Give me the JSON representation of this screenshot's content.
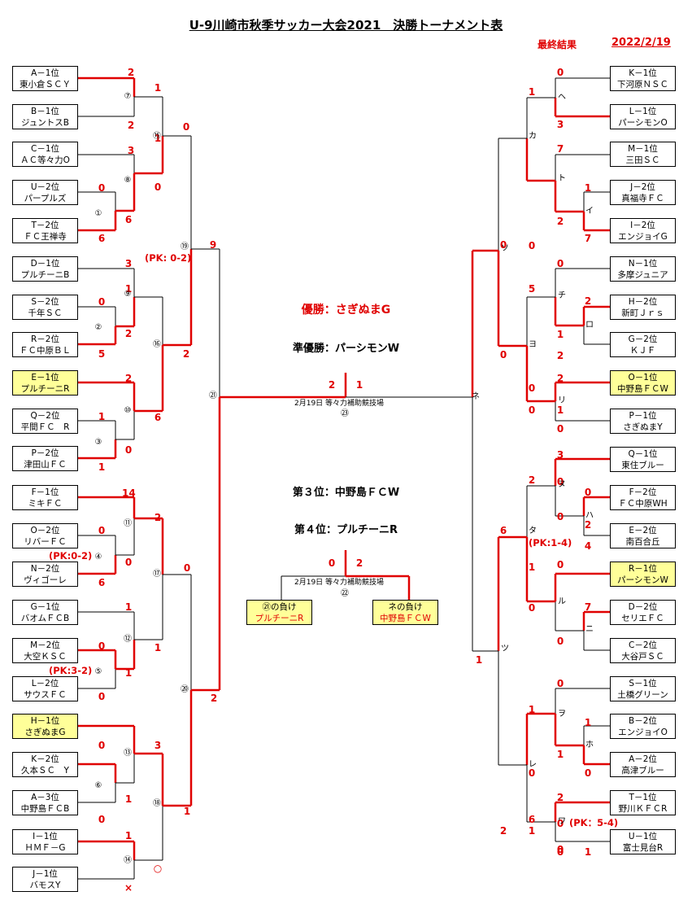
{
  "header": {
    "title": "U-9川崎市秋季サッカー大会2021　決勝トーナメント表",
    "final_label": "最終結果",
    "date": "2022/2/19"
  },
  "colors": {
    "winner_line": "#e00000",
    "loser_line": "#000000",
    "highlight": "#ffff99"
  },
  "left_teams": [
    [
      "A－1位",
      "東小倉ＳＣＹ"
    ],
    [
      "B－1位",
      "ジュントスB"
    ],
    [
      "C－1位",
      "ＡＣ等々力O"
    ],
    [
      "U－2位",
      "パープルズ"
    ],
    [
      "T－2位",
      "ＦＣ王禅寺"
    ],
    [
      "D－1位",
      "プルチーニB"
    ],
    [
      "S－2位",
      "千年ＳＣ"
    ],
    [
      "R－2位",
      "ＦＣ中原ＢＬ"
    ],
    [
      "E－1位",
      "プルチーニR"
    ],
    [
      "Q－2位",
      "平間ＦＣ　R"
    ],
    [
      "P－2位",
      "津田山ＦＣ"
    ],
    [
      "F－1位",
      "ミキＦＣ"
    ],
    [
      "O－2位",
      "リバーＦＣ"
    ],
    [
      "N－2位",
      "ヴィゴーレ"
    ],
    [
      "G－1位",
      "バオムＦＣB"
    ],
    [
      "M－2位",
      "大空ＫＳＣ"
    ],
    [
      "L－2位",
      "サウスＦＣ"
    ],
    [
      "H－1位",
      "さぎぬまG"
    ],
    [
      "K－2位",
      "久本ＳＣ　Y"
    ],
    [
      "A－3位",
      "中野島ＦＣB"
    ],
    [
      "I－1位",
      "ＨＭＦ－G"
    ],
    [
      "J－1位",
      "バモスY"
    ]
  ],
  "right_teams": [
    [
      "K－1位",
      "下河原ＮＳＣ"
    ],
    [
      "L－1位",
      "パーシモンO"
    ],
    [
      "M－1位",
      "三田ＳＣ"
    ],
    [
      "J－2位",
      "真福寺ＦＣ"
    ],
    [
      "I－2位",
      "エンジョイG"
    ],
    [
      "N－1位",
      "多摩ジュニア"
    ],
    [
      "H－2位",
      "新町Ｊｒｓ"
    ],
    [
      "G－2位",
      "ＫＪＦ"
    ],
    [
      "O－1位",
      "中野島ＦＣW"
    ],
    [
      "P－1位",
      "さぎぬまY"
    ],
    [
      "Q－1位",
      "東住ブルー"
    ],
    [
      "F－2位",
      "ＦＣ中原WH"
    ],
    [
      "E－2位",
      "南百合丘"
    ],
    [
      "R－1位",
      "パーシモンW"
    ],
    [
      "D－2位",
      "セリエＦＣ"
    ],
    [
      "C－2位",
      "大谷戸ＳＣ"
    ],
    [
      "S－1位",
      "土橋グリーン"
    ],
    [
      "B－2位",
      "エンジョイO"
    ],
    [
      "A－2位",
      "高津ブルー"
    ],
    [
      "T－1位",
      "野川ＫＦＣR"
    ],
    [
      "U－1位",
      "富士見台R"
    ]
  ],
  "left_scores": [
    "2",
    "1",
    "2",
    "1",
    "0",
    "3",
    "0",
    "0",
    "6",
    "6",
    "9",
    "3",
    "1",
    "0",
    "2",
    "5",
    "2",
    "2",
    "6",
    "1",
    "0",
    "1",
    "14",
    "2",
    "0",
    "0",
    "6",
    "1",
    "1",
    "0",
    "1",
    "0",
    "2",
    "0",
    "3",
    "1",
    "0",
    "1",
    "×",
    "○",
    "0",
    "1"
  ],
  "right_scores": [
    "0",
    "3",
    "1",
    "7",
    "1",
    "2",
    "7",
    "0",
    "2",
    "1",
    "0",
    "5",
    "2",
    "2",
    "0",
    "1",
    "0",
    "0",
    "0",
    "0",
    "2",
    "0",
    "0",
    "2",
    "3",
    "0",
    "4",
    "0",
    "7",
    "0",
    "1",
    "0",
    "6",
    "1",
    "0",
    "1",
    "1",
    "0",
    "1",
    "0",
    "2",
    "0",
    "1",
    "0",
    "2",
    "6",
    "0",
    "1"
  ],
  "left_labels": [
    "⑦",
    "⑮",
    "⑧",
    "①",
    "⑲",
    "⑨",
    "②",
    "⑯",
    "⑩",
    "③",
    "㉑",
    "⑪",
    "④",
    "⑰",
    "⑫",
    "⑤",
    "⑳",
    "⑬",
    "⑥",
    "⑱",
    "⑭"
  ],
  "right_labels": [
    "ヘ",
    "カ",
    "ト",
    "イ",
    "ソ",
    "チ",
    "ロ",
    "ヨ",
    "リ",
    "ネ",
    "ヌ",
    "ハ",
    "タ",
    "ル",
    "ニ",
    "ツ",
    "ヲ",
    "ホ",
    "レ",
    "ワ"
  ],
  "pk_notes": [
    "(PK: 0-2)",
    "(PK:0-2)",
    "(PK:3-2)",
    "(PK:1-4)",
    "(PK：5-4)"
  ],
  "results": {
    "champion": "優勝：さぎぬまG",
    "runner_up": "準優勝：パーシモンW",
    "third": "第３位：中野島ＦＣW",
    "fourth": "第４位：プルチーニR"
  },
  "final_match": {
    "score_left": "2",
    "score_right": "1",
    "venue": "2月19日 等々力補助競技場",
    "label": "㉓"
  },
  "third_match": {
    "score_left": "0",
    "score_right": "2",
    "venue": "2月19日 等々力補助競技場",
    "label": "㉒",
    "left_caption": "㉑の負け",
    "left_team": "プルチーニR",
    "right_caption": "ネの負け",
    "right_team": "中野島ＦＣW"
  }
}
